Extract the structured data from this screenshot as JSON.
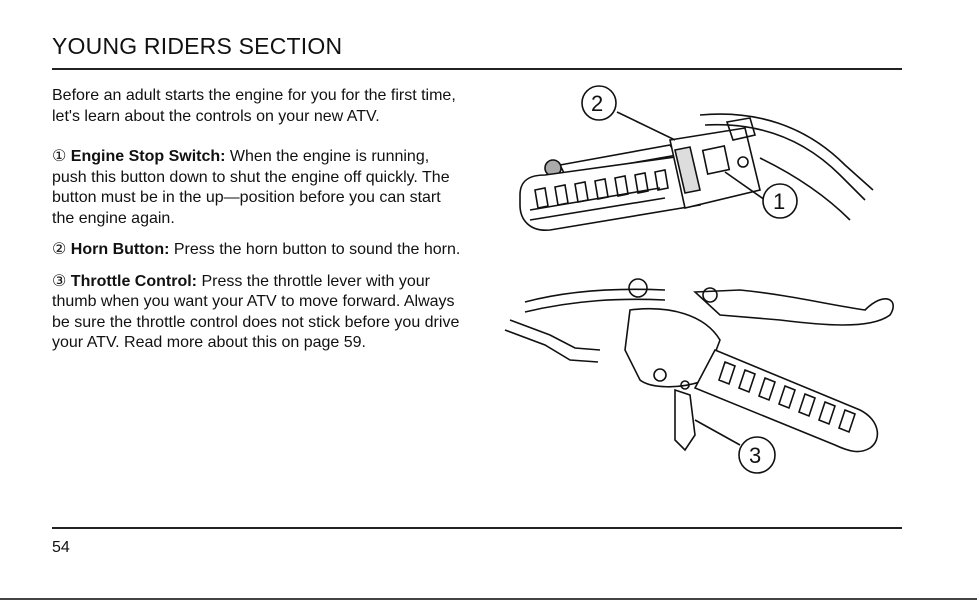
{
  "header": {
    "title": "YOUNG RIDERS SECTION"
  },
  "intro": "Before an adult starts the engine for you for the first time, let's learn about the controls on your new ATV.",
  "items": [
    {
      "marker": "①",
      "label": "Engine Stop Switch:",
      "text": " When the engine is running, push this button down to shut the engine off quickly. The button must be in the up—position before you can start the engine again."
    },
    {
      "marker": "②",
      "label": "Horn Button:",
      "text": " Press the horn button to sound the horn."
    },
    {
      "marker": "③",
      "label": "Throttle Control:",
      "text": " Press the throttle lever with your thumb when you want your ATV to move forward. Always be sure the throttle control does not stick before you drive your ATV. Read more about this on page 59."
    }
  ],
  "illustrations": {
    "top_callouts": [
      "2",
      "1"
    ],
    "bottom_callouts": [
      "3"
    ]
  },
  "footer": {
    "page_number": "54"
  }
}
